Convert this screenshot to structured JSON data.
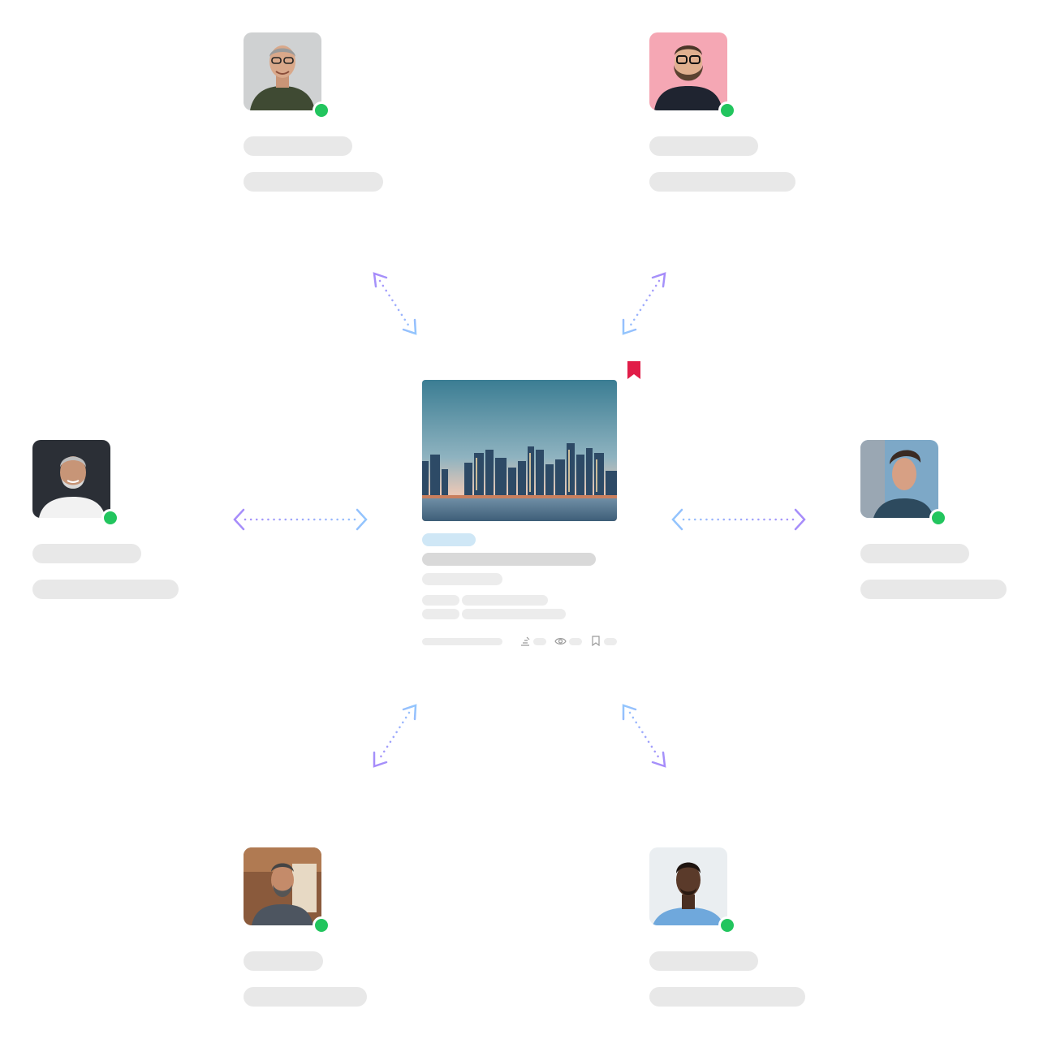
{
  "colors": {
    "online": "#22c55e",
    "skeleton": "#e8e8e8",
    "skeleton_dark": "#d9d9d9",
    "tag": "#cfe7f6",
    "bookmark": "#e11d48",
    "arrow_blue": "#93c5fd",
    "arrow_purple": "#a78bfa"
  },
  "users": [
    {
      "name": "top-left",
      "photo": "man-glasses-olive-shirt",
      "bg": "#c9cbcc",
      "skin": "#d9a88a",
      "hair": "#8d8d8d",
      "shirt": "#3f4a33",
      "online": true
    },
    {
      "name": "top-right",
      "photo": "bearded-man-pink-bg",
      "bg": "#f5a7b4",
      "skin": "#e0b08f",
      "hair": "#5b4331",
      "shirt": "#1f2430",
      "online": true
    },
    {
      "name": "middle-left",
      "photo": "gray-haired-man-white-tee",
      "bg": "#2b2f36",
      "skin": "#c79577",
      "hair": "#bdbdbd",
      "shirt": "#f2f2f2",
      "online": true
    },
    {
      "name": "middle-right",
      "photo": "young-man-profile",
      "bg": "#7da8c7",
      "skin": "#d7a084",
      "hair": "#3a2a22",
      "shirt": "#2d4a5e",
      "online": true
    },
    {
      "name": "bottom-left",
      "photo": "bearded-man-cafe",
      "bg": "#8a5a3c",
      "skin": "#c48b6a",
      "hair": "#444",
      "shirt": "#4d5560",
      "online": true
    },
    {
      "name": "bottom-right",
      "photo": "man-blue-tee",
      "bg": "#eaeef1",
      "skin": "#5a3a2a",
      "hair": "#1e1410",
      "shirt": "#6fa8dc",
      "online": true
    }
  ],
  "post": {
    "image": "city-skyline-at-dusk",
    "bookmarked": true,
    "icons": [
      "share-icon",
      "eye-icon",
      "bookmark-outline-icon"
    ]
  }
}
